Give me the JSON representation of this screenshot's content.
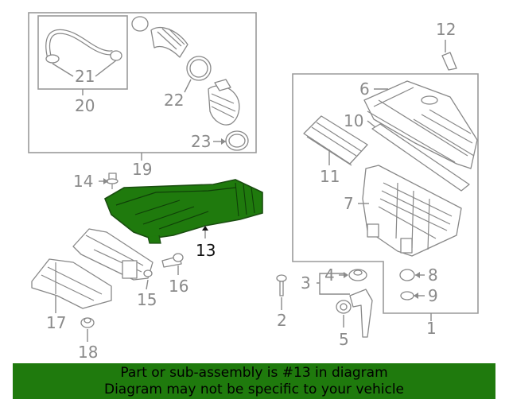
{
  "callouts": {
    "c1": "1",
    "c2": "2",
    "c3": "3",
    "c4": "4",
    "c5": "5",
    "c6": "6",
    "c7": "7",
    "c8": "8",
    "c9": "9",
    "c10": "10",
    "c11": "11",
    "c12": "12",
    "c13": "13",
    "c14": "14",
    "c15": "15",
    "c16": "16",
    "c17": "17",
    "c18": "18",
    "c19": "19",
    "c20": "20",
    "c21": "21",
    "c22": "22",
    "c23": "23"
  },
  "highlight_part": "13",
  "colors": {
    "highlight_fill": "#1f7a0d",
    "banner_bg": "#1f7a0d",
    "line_gray": "#888888"
  },
  "banner": {
    "line1": "Part or sub-assembly is #13 in diagram",
    "line2": "Diagram may not be specific to your vehicle"
  }
}
